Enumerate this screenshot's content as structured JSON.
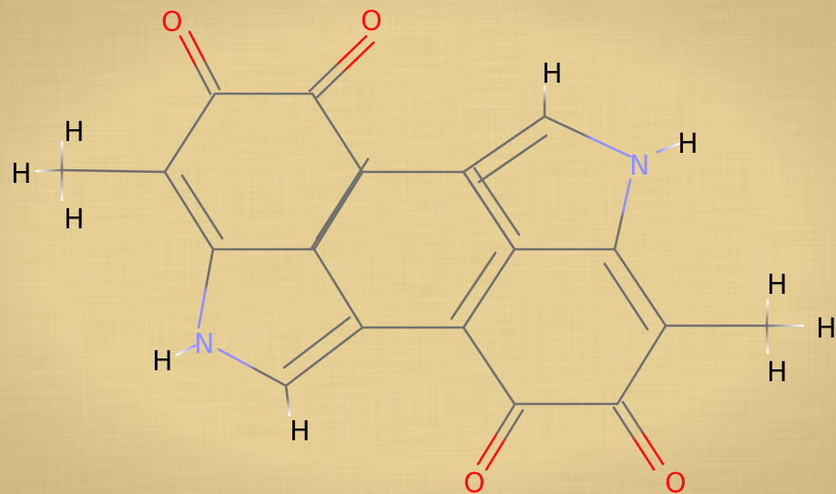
{
  "colors": {
    "background": "#e8cf92",
    "bond": "#707070",
    "oxygen": "#ff0d0d",
    "nitrogen": "#8f8fff",
    "hydrogen": "#000000",
    "hydrogen_bond_end": "#ffffff"
  },
  "atoms": {
    "o1": "O",
    "o2": "O",
    "o3": "O",
    "o4": "O",
    "n1": "N",
    "n2": "N",
    "h_ch3a_top": "H",
    "h_ch3a_left": "H",
    "h_ch3a_bottom": "H",
    "h_ch3b_top": "H",
    "h_ch3b_right": "H",
    "h_ch3b_bottom": "H",
    "h_c_top": "H",
    "h_n_right": "H",
    "h_n_left": "H",
    "h_c_bottom": "H"
  }
}
